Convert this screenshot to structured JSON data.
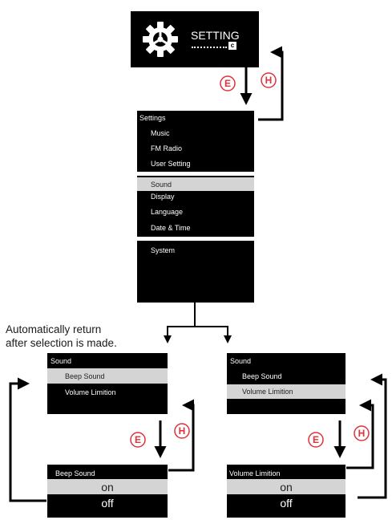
{
  "colors": {
    "screen": "#000000",
    "highlight": "#d4d4d4",
    "key_red": "#e0323a",
    "line": "#000000"
  },
  "icons": {
    "setting": "gear-icon",
    "enter_key": "circled-e-icon",
    "home_key": "circled-h-icon"
  },
  "setting_screen": {
    "title": "SETTING",
    "page_marker": "c"
  },
  "keys": {
    "enter": "E",
    "home": "H"
  },
  "settings_menu": {
    "title": "Settings",
    "items": [
      "Music",
      "FM Radio",
      "User Setting"
    ]
  },
  "user_setting_menu": {
    "items": [
      "Sound",
      "Display",
      "Language",
      "Date & Time",
      "System"
    ],
    "selected": "Sound"
  },
  "note": {
    "line1": "Automatically return",
    "line2": "after selection is made."
  },
  "sound_left": {
    "title": "Sound",
    "items": [
      "Beep Sound",
      "Volume Limition"
    ],
    "selected": "Beep Sound"
  },
  "sound_right": {
    "title": "Sound",
    "items": [
      "Beep Sound",
      "Volume Limition"
    ],
    "selected": "Volume Limition"
  },
  "beep_screen": {
    "title": "Beep Sound",
    "options": [
      "on",
      "off"
    ],
    "selected": "on"
  },
  "volume_screen": {
    "title": "Volume Limition",
    "options": [
      "on",
      "off"
    ],
    "selected": "on"
  }
}
